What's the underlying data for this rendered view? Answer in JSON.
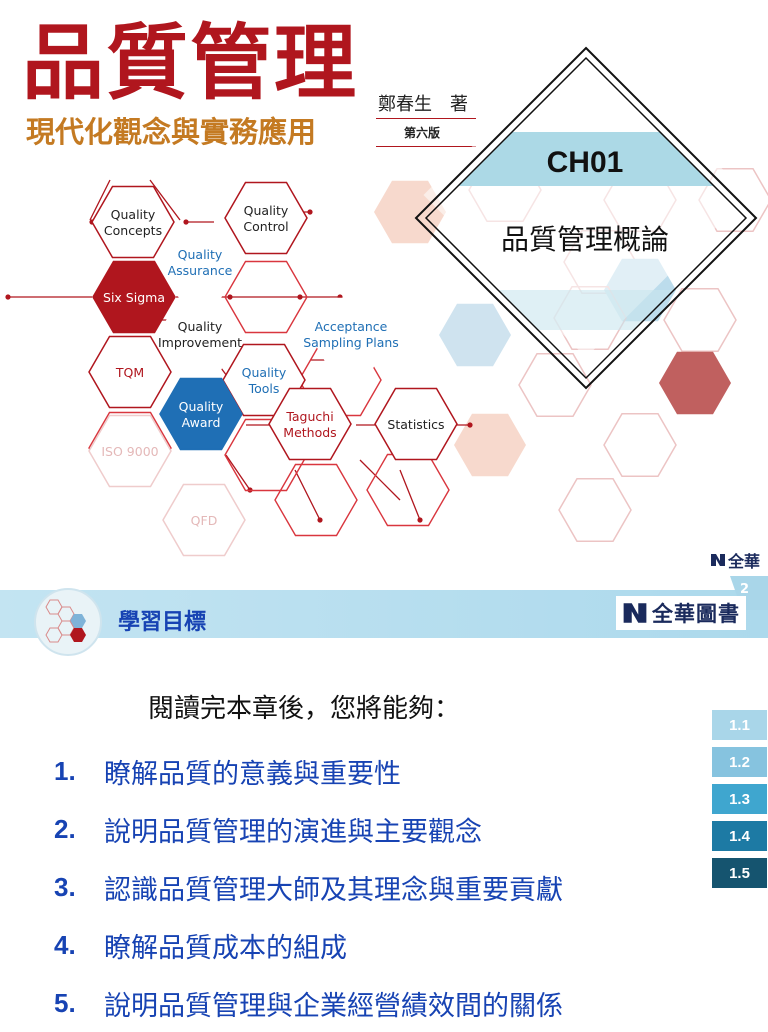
{
  "cover": {
    "title": "品質管理",
    "subtitle": "現代化觀念與實務應用",
    "author": "鄭春生　著",
    "edition": "第六版",
    "chapter_code": "CH01",
    "chapter_name": "品質管理概論",
    "publisher_short": "全華",
    "hex_labels": [
      {
        "text": "Quality\nConcepts",
        "color": "#222222"
      },
      {
        "text": "Quality\nControl",
        "color": "#222222"
      },
      {
        "text": "Quality\nAssurance",
        "color": "#1f6fb5"
      },
      {
        "text": "Six Sigma",
        "color": "#ffffff"
      },
      {
        "text": "Quality\nImprovement",
        "color": "#222222"
      },
      {
        "text": "Acceptance\nSampling Plans",
        "color": "#1f6fb5"
      },
      {
        "text": "TQM",
        "color": "#b0161e"
      },
      {
        "text": "Quality\nTools",
        "color": "#1f6fb5"
      },
      {
        "text": "Quality\nAward",
        "color": "#ffffff"
      },
      {
        "text": "Taguchi\nMethods",
        "color": "#b0161e"
      },
      {
        "text": "Statistics",
        "color": "#222222"
      },
      {
        "text": "ISO 9000",
        "color": "#e4b8b8"
      },
      {
        "text": "QFD",
        "color": "#e4b8b8"
      }
    ]
  },
  "slide": {
    "page_number": "2",
    "section_title": "學習目標",
    "publisher": "全華圖書",
    "intro": "閱讀完本章後，您將能夠：",
    "objectives": [
      {
        "num": "1.",
        "text": "瞭解品質的意義與重要性"
      },
      {
        "num": "2.",
        "text": "說明品質管理的演進與主要觀念"
      },
      {
        "num": "3.",
        "text": "認識品質管理大師及其理念與重要貢獻"
      },
      {
        "num": "4.",
        "text": "瞭解品質成本的組成"
      },
      {
        "num": "5.",
        "text": "說明品質管理與企業經營績效間的關係"
      }
    ],
    "sections": [
      {
        "label": "1.1",
        "color": "#a9d6e9"
      },
      {
        "label": "1.2",
        "color": "#86c3df"
      },
      {
        "label": "1.3",
        "color": "#3fa6cf"
      },
      {
        "label": "1.4",
        "color": "#1d7aa4"
      },
      {
        "label": "1.5",
        "color": "#15546f"
      }
    ]
  }
}
